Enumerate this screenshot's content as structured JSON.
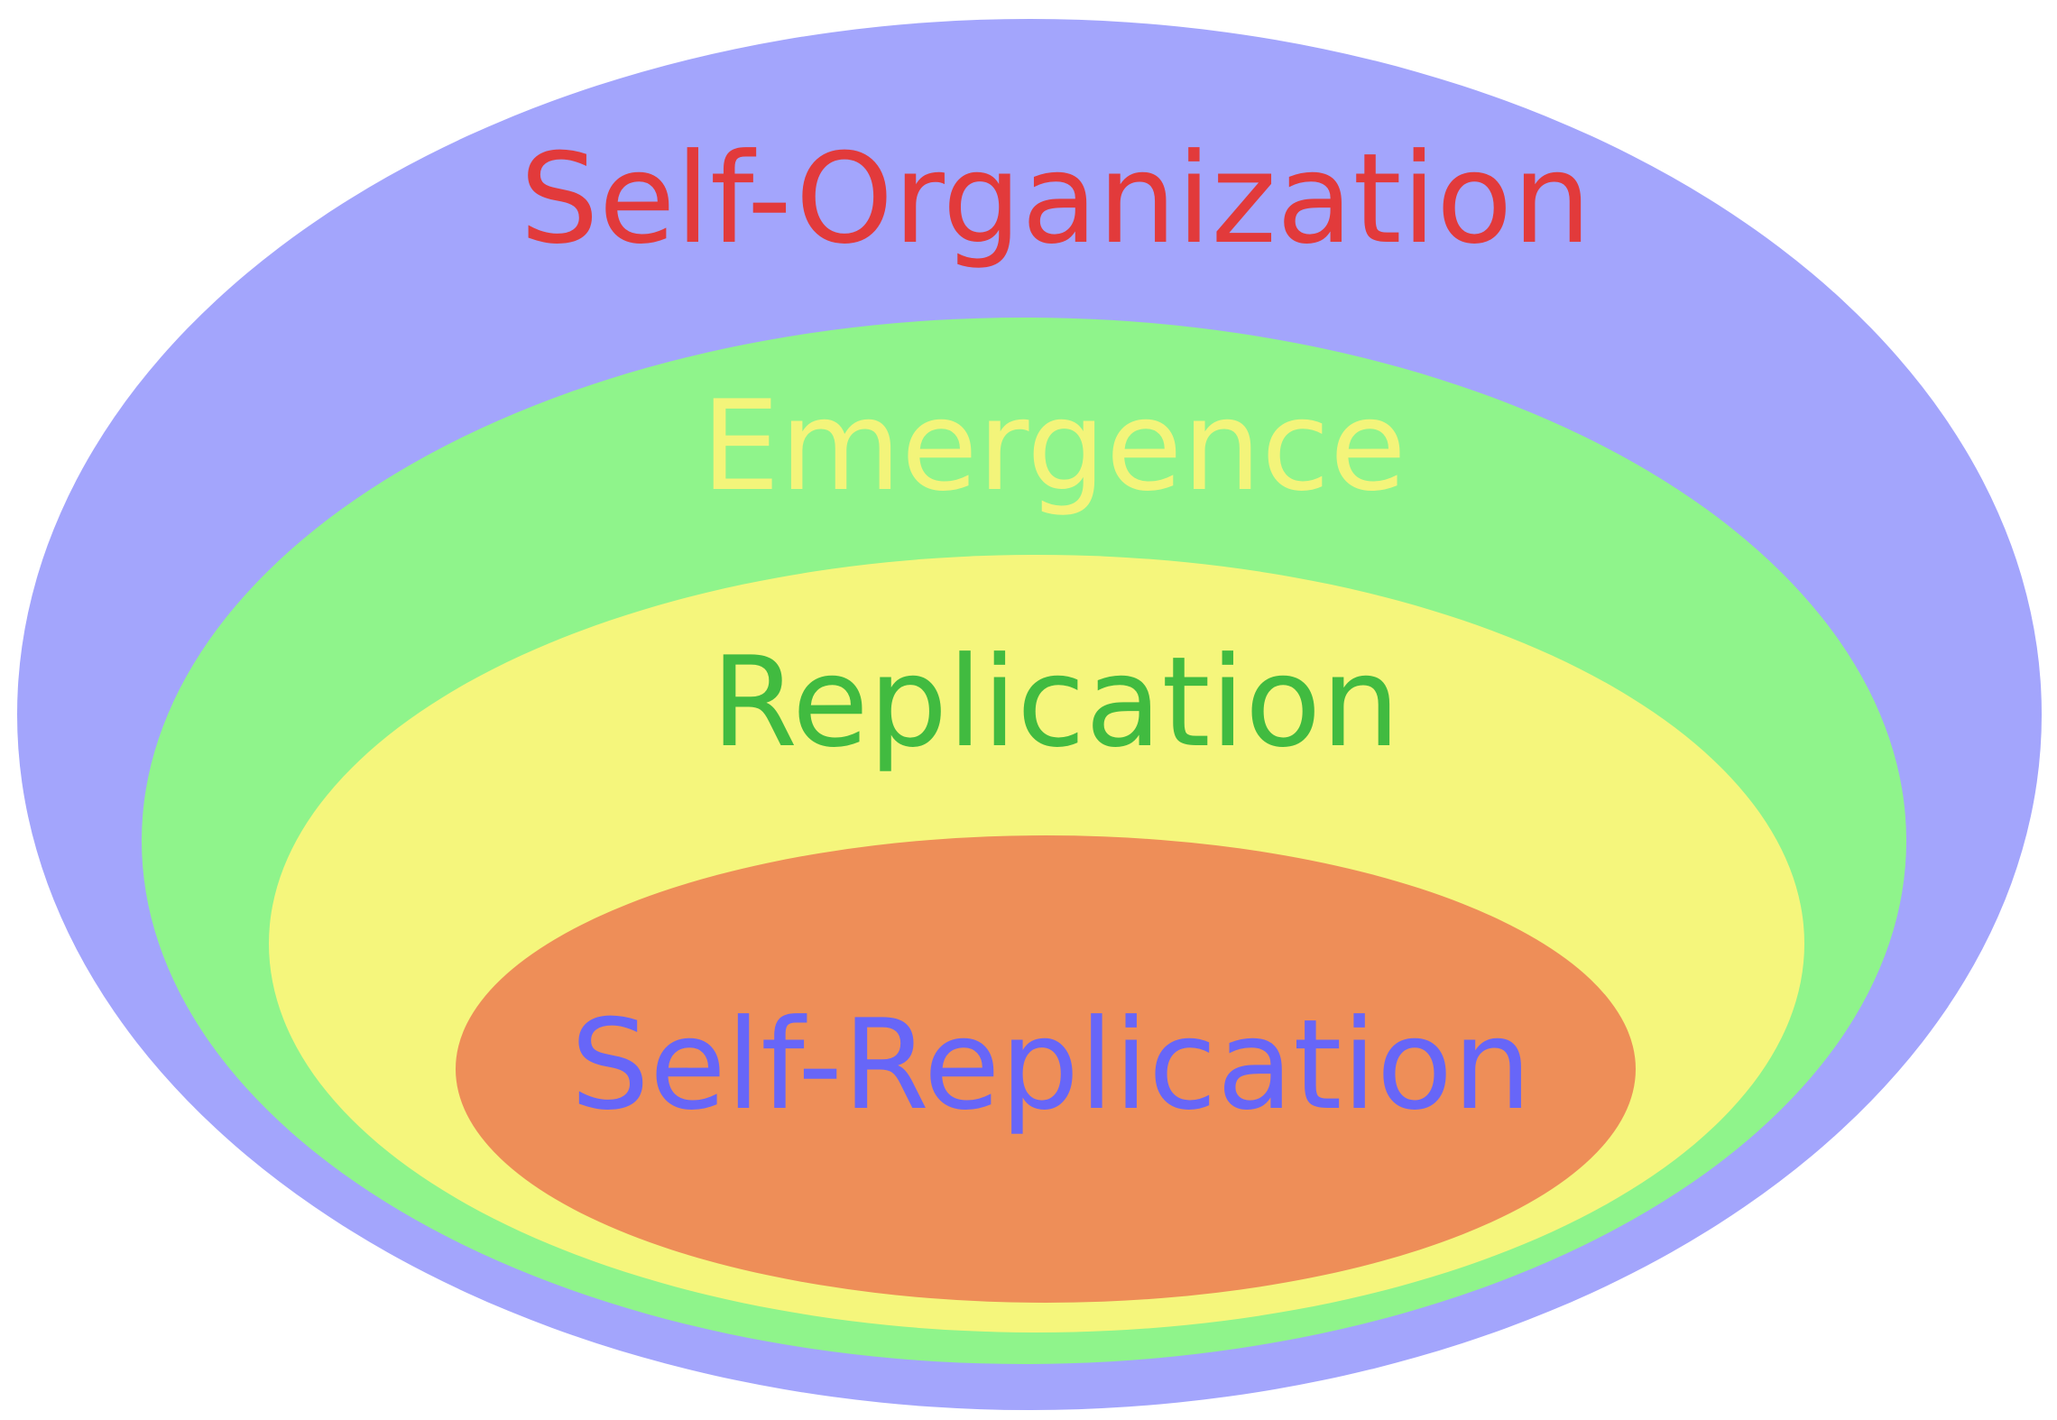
{
  "diagram": {
    "layers": [
      {
        "label": "Self-Organization",
        "fill_color": "#a3a5fc",
        "text_color": "#e23a3b"
      },
      {
        "label": "Emergence",
        "fill_color": "#8ff48b",
        "text_color": "#f3f47a"
      },
      {
        "label": "Replication",
        "fill_color": "#f5f67c",
        "text_color": "#41bb40"
      },
      {
        "label": "Self-Replication",
        "fill_color": "#ee8e58",
        "text_color": "#6766f8"
      }
    ]
  }
}
